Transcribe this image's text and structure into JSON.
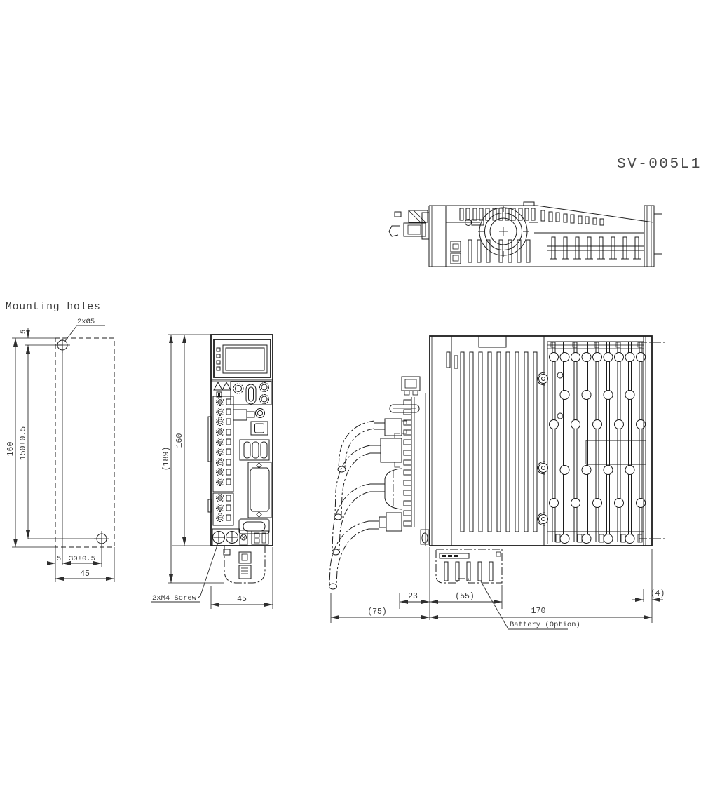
{
  "title": "SV-005L1",
  "mounting_holes": {
    "label": "Mounting holes",
    "hole_callout": "2xØ5",
    "dims": {
      "top_offset": "5",
      "outer_height": "160",
      "hole_spacing_vertical": "150±0.5",
      "edge_offset": "5",
      "hole_spacing_horizontal": "30±0.5",
      "width": "45"
    }
  },
  "front_view": {
    "screw_callout": "2xM4 Screw",
    "dims": {
      "total_height": "(189)",
      "body_height": "160",
      "width": "45"
    }
  },
  "side_view": {
    "battery_callout": "Battery (Option)",
    "dims": {
      "connector_depth": "23",
      "battery_depth": "(55)",
      "cable_clearance": "(75)",
      "body_depth": "170",
      "flange_offset": "(4)"
    }
  },
  "colors": {
    "background": "#ffffff",
    "line": "#1c1c1c",
    "text": "#3a3a3a"
  }
}
